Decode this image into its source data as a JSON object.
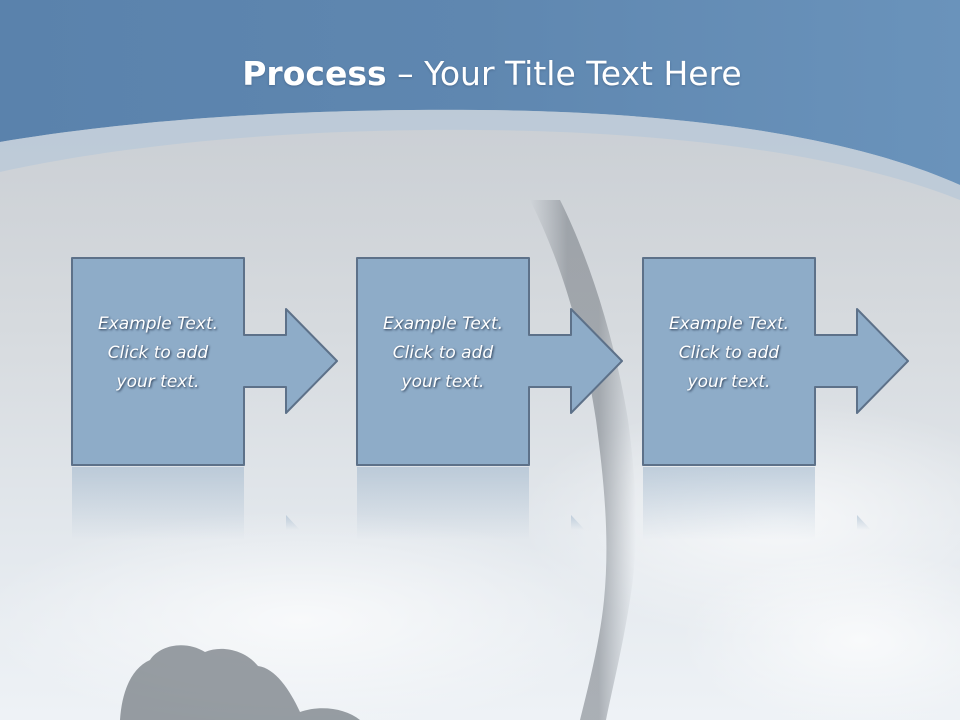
{
  "slide": {
    "title_bold": "Process",
    "title_rest": " – Your Title Text Here"
  },
  "steps": [
    {
      "text_lines": [
        "Example Text.",
        "Click  to add",
        "your text."
      ]
    },
    {
      "text_lines": [
        "Example Text.",
        "Click  to add",
        "your text."
      ]
    },
    {
      "text_lines": [
        "Example Text.",
        "Click  to add",
        "your text."
      ]
    }
  ],
  "colors": {
    "header_blue": "#5f87b0",
    "box_fill": "#8eacc8",
    "box_border": "#5d7189"
  },
  "background": "tornado-sky-photo"
}
